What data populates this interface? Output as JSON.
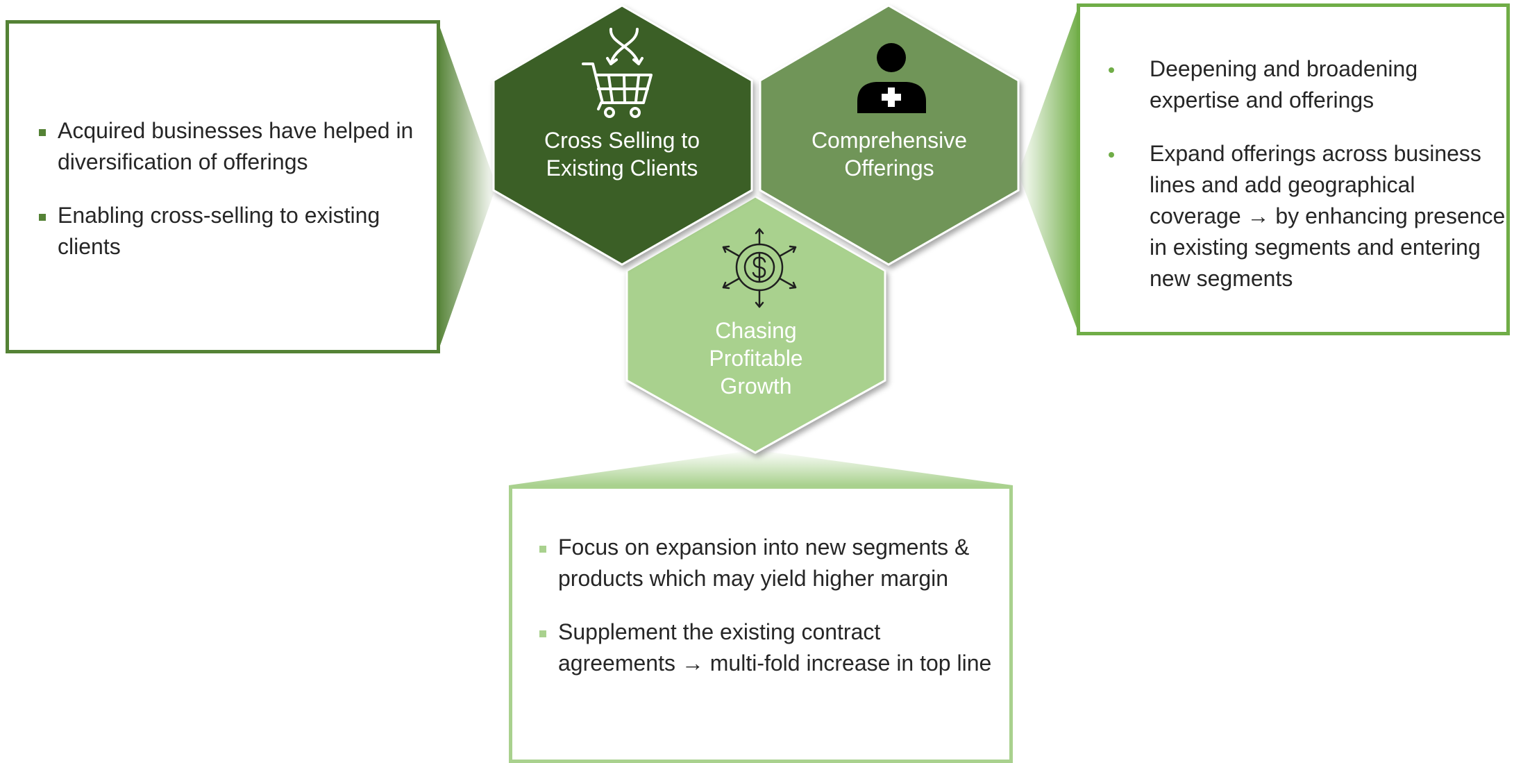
{
  "hexagons": {
    "cross_selling": {
      "label_line1": "Cross Selling to",
      "label_line2": "Existing Clients",
      "icon": "shopping-cart-icon",
      "color": "#3b5e27"
    },
    "comprehensive": {
      "label_line1": "Comprehensive",
      "label_line2": "Offerings",
      "icon": "person-plus-icon",
      "color": "#6f9558"
    },
    "chasing_growth": {
      "label_line1": "Chasing",
      "label_line2": "Profitable",
      "label_line3": "Growth",
      "icon": "dollar-growth-icon",
      "color": "#a9d18e"
    }
  },
  "left_box": {
    "bullets": [
      "Acquired businesses have helped in diversification of offerings",
      "Enabling cross-selling to existing clients"
    ]
  },
  "right_box": {
    "bullets": [
      "Deepening and broadening expertise and offerings",
      "Expand offerings across business lines and add geographical coverage → by enhancing presence in existing segments and entering new segments"
    ]
  },
  "bottom_box": {
    "bullets": [
      "Focus on expansion into new segments & products which may yield higher margin",
      "Supplement the existing contract agreements → multi-fold increase in top line"
    ]
  }
}
